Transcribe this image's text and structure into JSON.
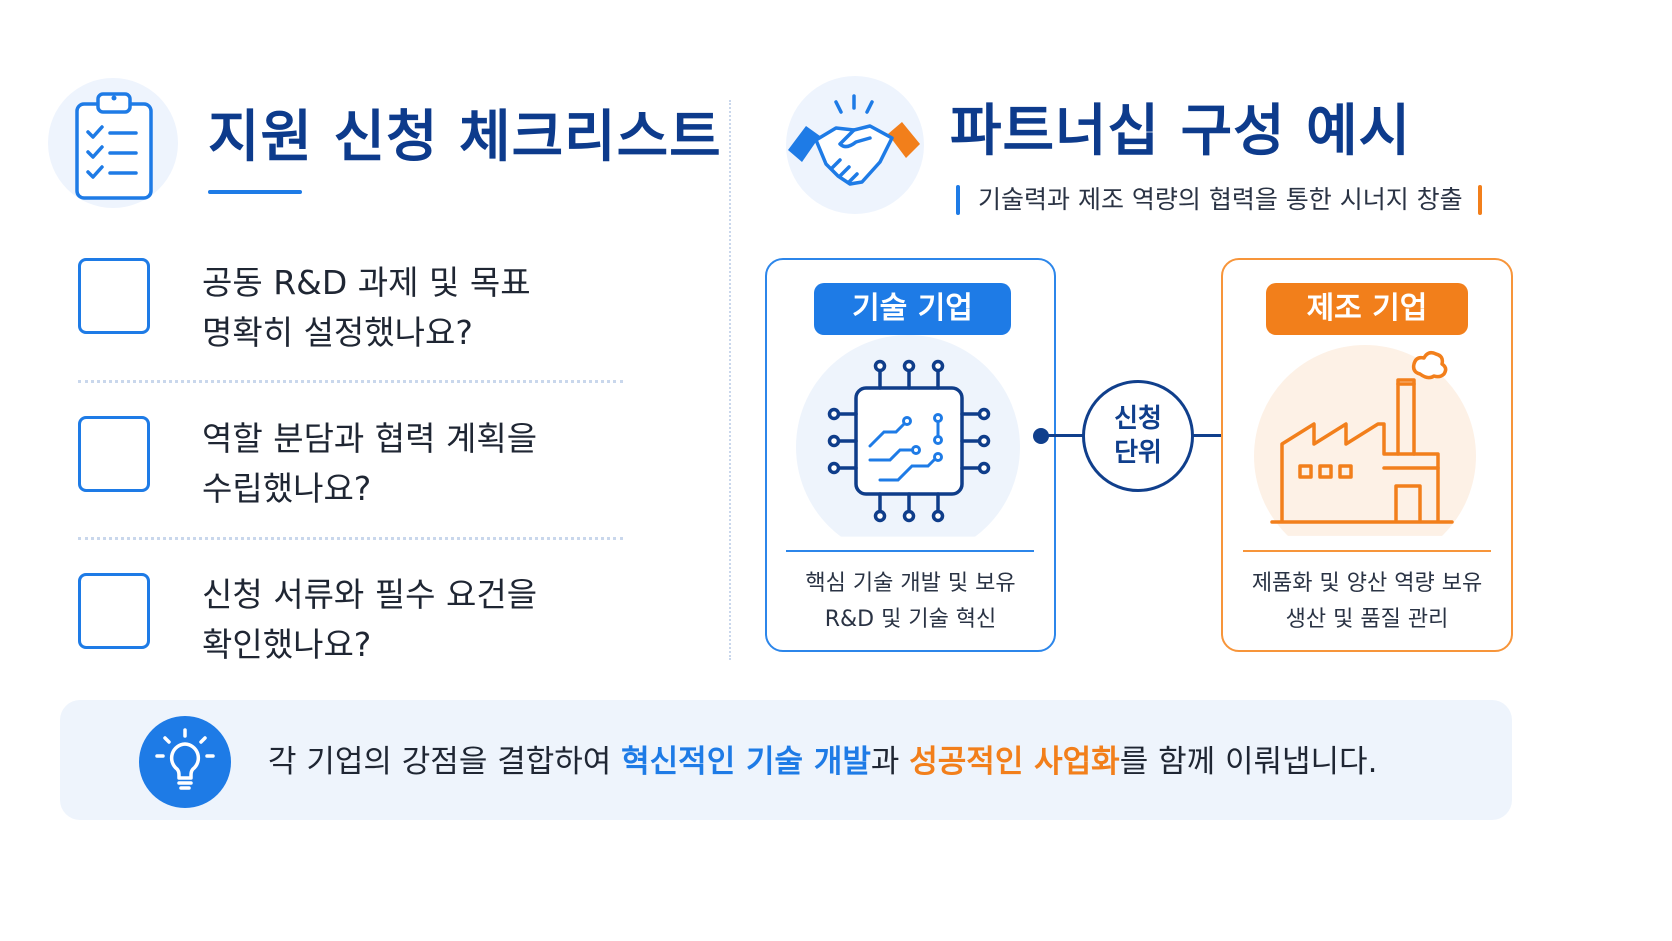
{
  "checklist": {
    "title": "지원 신청 체크리스트",
    "icon": "clipboard-checklist-icon",
    "items": [
      {
        "line1": "공동 R&D 과제 및 목표",
        "line2": "명확히 설정했나요?",
        "checked": false
      },
      {
        "line1": "역할 분담과 협력 계획을",
        "line2": "수립했나요?",
        "checked": false
      },
      {
        "line1": "신청 서류와 필수 요건을",
        "line2": "확인했나요?",
        "checked": false
      }
    ]
  },
  "partnership": {
    "title": "파트너십 구성 예시",
    "icon": "handshake-icon",
    "subtitle": "기술력과 제조 역량의 협력을 통한 시너지 창출",
    "center": {
      "line1": "신청",
      "line2": "단위"
    },
    "tech": {
      "label": "기술 기업",
      "icon": "chip-circuit-icon",
      "desc1": "핵심 기술 개발 및 보유",
      "desc2": "R&D 및 기술 혁신"
    },
    "manufacturing": {
      "label": "제조 기업",
      "icon": "factory-icon",
      "desc1": "제품화 및 양산 역량 보유",
      "desc2": "생산 및 품질 관리"
    }
  },
  "banner": {
    "icon": "lightbulb-icon",
    "text_pre": "각 기업의 강점을 결합하여 ",
    "highlight_blue": "혁신적인 기술 개발",
    "text_mid": "과 ",
    "highlight_orange": "성공적인 사업화",
    "text_post": "를 함께 이뤄냅니다."
  },
  "colors": {
    "primary_blue": "#1e7be6",
    "navy": "#0d3b8c",
    "orange": "#f27f1b",
    "light_bg": "#eef4fc"
  }
}
